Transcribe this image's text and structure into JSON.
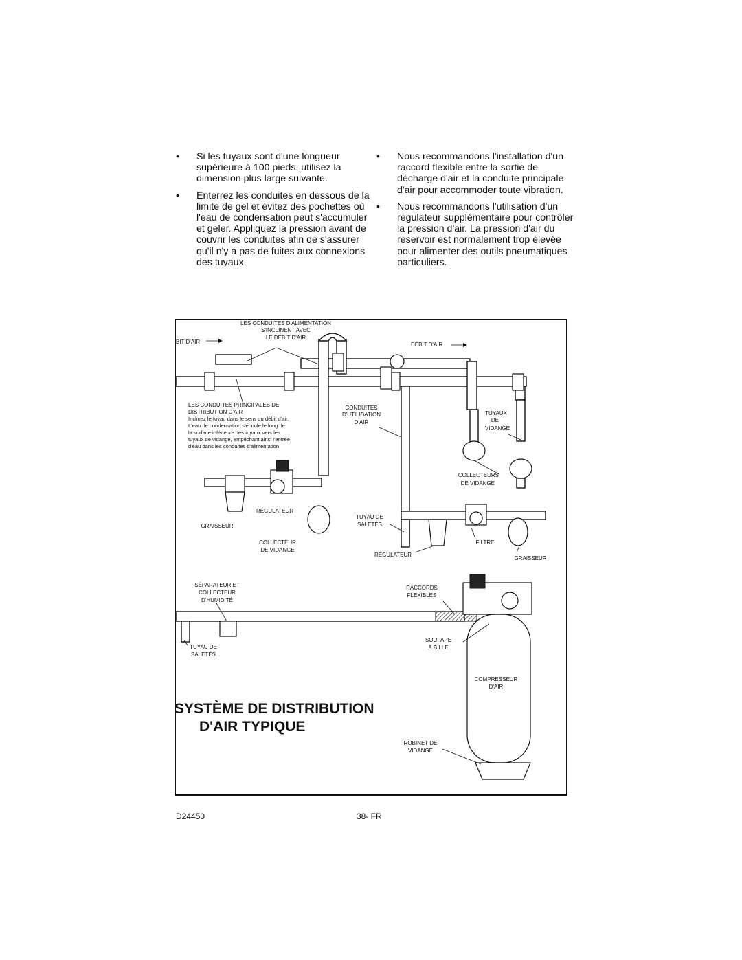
{
  "bullets_left": [
    {
      "symbol": "•",
      "text": "Si les tuyaux sont d'une longueur supérieure à 100 pieds, utilisez la dimension plus large suivante."
    },
    {
      "symbol": "•",
      "text": "Enterrez les conduites en dessous de la limite de gel et évitez des pochettes où l'eau de condensation peut s'accumuler et geler. Appliquez la pression avant de couvrir les conduites afin de s'assurer qu'il n'y a pas de fuites aux connexions des tuyaux."
    }
  ],
  "bullets_right": [
    {
      "symbol": "•",
      "text": "Nous recommandons l'installation d'un raccord flexible entre la sortie de décharge d'air et la conduite principale d'air pour accommoder toute vibration."
    },
    {
      "symbol": "•",
      "text": "Nous recommandons l'utilisation d'un régulateur supplémentaire pour contrôler la pression d'air. La pression d'air du réservoir est normalement trop élevée pour alimenter des outils pneumatiques particuliers."
    }
  ],
  "figure": {
    "title_line1": "SYSTÈME DE DISTRIBUTION",
    "title_line2": "D'AIR TYPIQUE",
    "labels": {
      "supply_l1": "LES CONDUITES D'ALIMENTATION",
      "supply_l2": "S'INCLINENT AVEC",
      "supply_l3": "LE DÉBIT D'AIR",
      "flow_left": "BIT D'AIR",
      "flow_right": "DÉBIT D'AIR",
      "main_l1": "LES CONDUITES PRINCIPALES DE",
      "main_l2": "DISTRIBUTION D'AIR",
      "main_l3": "Inclinez le tuyau dans le sens du débit d'air.",
      "main_l4": "L'eau de condensation s'écoule le long de",
      "main_l5": "la surface inférieure des tuyaux vers les",
      "main_l6": "tuyaux de vidange, empêchant ainsi l'entrée",
      "main_l7": "d'eau dans les conduites d'alimentation.",
      "use_l1": "CONDUITES",
      "use_l2": "D'UTILISATION",
      "use_l3": "D'AIR",
      "drain_pipes_l1": "TUYAUX",
      "drain_pipes_l2": "DE",
      "drain_pipes_l3": "VIDANGE",
      "drain_coll_l1": "COLLECTEURS",
      "drain_coll_l2": "DE VIDANGE",
      "regulator_left": "RÉGULATEUR",
      "lubricator_left": "GRAISSEUR",
      "collector_l1": "COLLECTEUR",
      "collector_l2": "DE VIDANGE",
      "dirt_leg_mid_l1": "TUYAU DE",
      "dirt_leg_mid_l2": "SALETÉS",
      "filter": "FILTRE",
      "regulator_right": "RÉGULATEUR",
      "lubricator_right": "GRAISSEUR",
      "separator_l1": "SÉPARATEUR ET",
      "separator_l2": "COLLECTEUR",
      "separator_l3": "D'HUMIDITÉ",
      "flex_l1": "RACCORDS",
      "flex_l2": "FLEXIBLES",
      "dirt_leg_low_l1": "TUYAU DE",
      "dirt_leg_low_l2": "SALETÉS",
      "valve_l1": "SOUPAPE",
      "valve_l2": "À BILLE",
      "compressor_l1": "COMPRESSEUR",
      "compressor_l2": "D'AIR",
      "drain_cock_l1": "ROBINET DE",
      "drain_cock_l2": "VIDANGE"
    }
  },
  "footer": {
    "doc_code": "D24450",
    "page": "38- FR"
  }
}
